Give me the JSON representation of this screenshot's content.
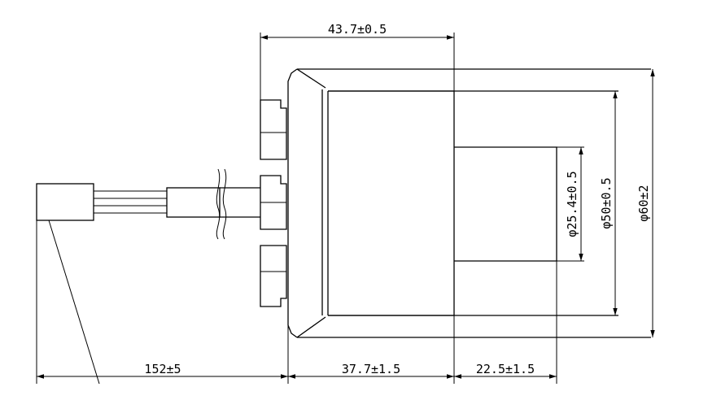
{
  "dimensions": {
    "top_length": "43.7±0.5",
    "cable_length": "152±5",
    "body_length": "37.7±1.5",
    "shaft_length": "22.5±1.5",
    "shaft_diameter": "φ25.4±0.5",
    "body_diameter": "φ50±0.5",
    "flange_diameter": "φ60±2"
  },
  "colors": {
    "line": "#000000",
    "background": "#ffffff"
  }
}
